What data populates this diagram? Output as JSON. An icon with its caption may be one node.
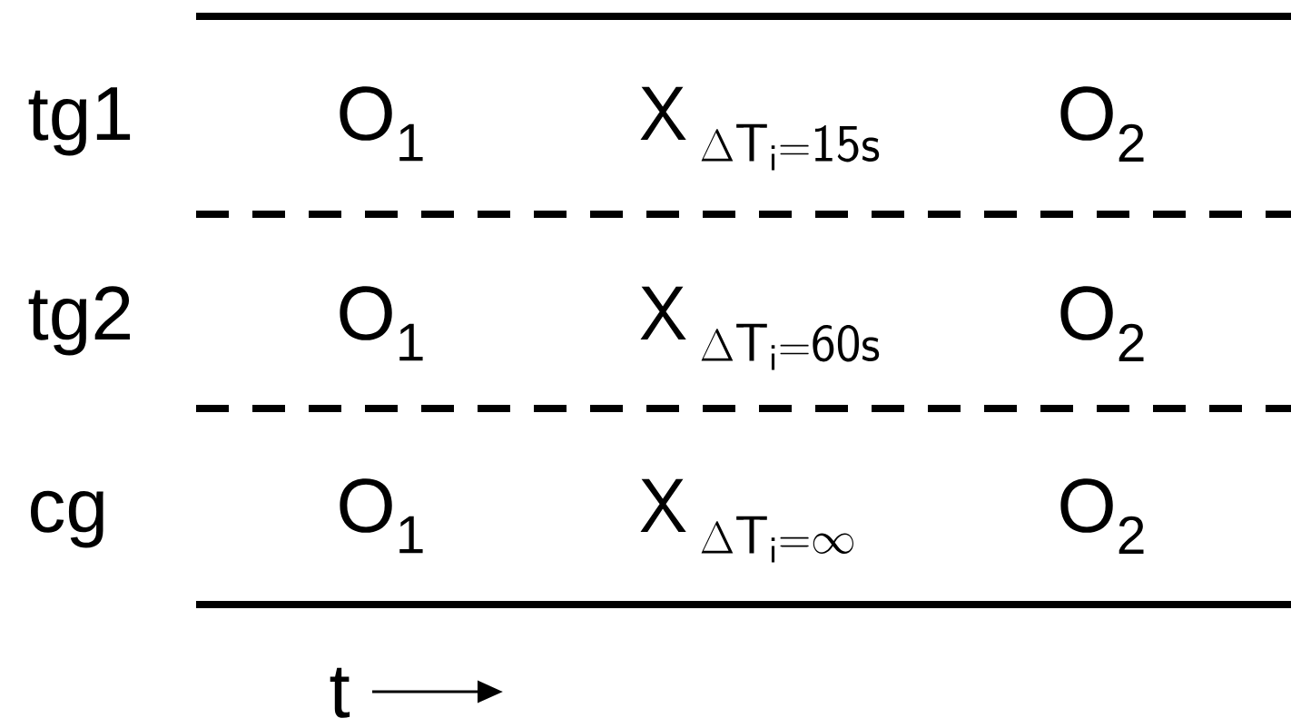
{
  "diagram": {
    "labels": [
      "tg1",
      "O$_{1}$",
      "\\mathsf{X}_{\\;\\Delta\\mathsf{T_i =15s}}",
      "O$_{2}$",
      "tg2",
      "O$_{1}$",
      "\\mathsf{X}_{\\;\\Delta\\mathsf{T_i =60s}}",
      "O$_{2}$",
      "cg",
      "O$_{1}$",
      "\\mathsf{X}_{\\;\\Delta\\mathsf{T_i =}\\infty}",
      "O$_{2}$",
      "t"
    ]
  }
}
